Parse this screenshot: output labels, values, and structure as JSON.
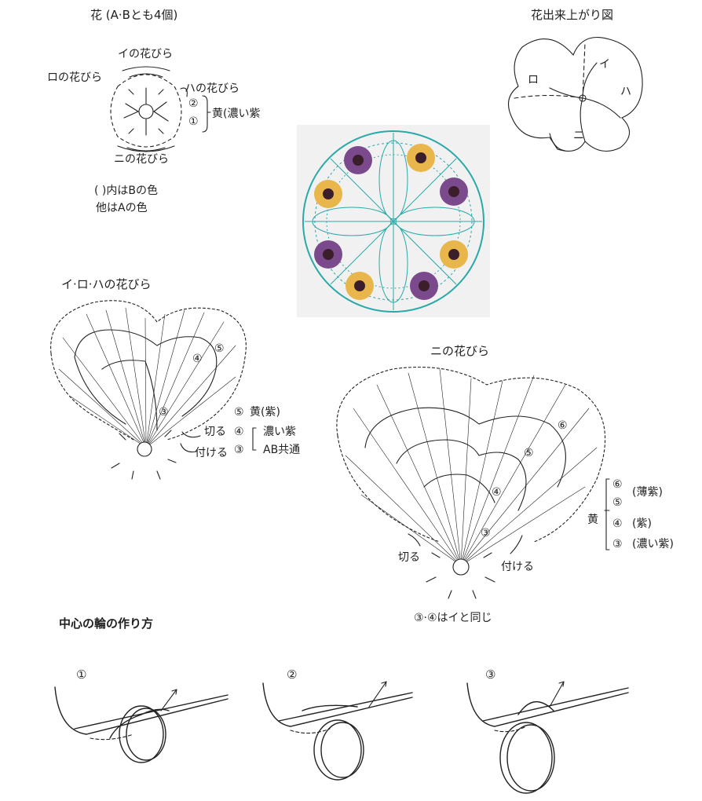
{
  "flower": {
    "title": "花 (A·Bとも4個)",
    "petal_i": "イの花びら",
    "petal_ro": "ロの花びら",
    "petal_ha": "ハの花びら",
    "petal_ni": "ニの花びら",
    "row2": "②",
    "row1": "①",
    "color_label": "黄(濃い紫",
    "note_line1": "( )内はBの色",
    "note_line2": "他はAの色"
  },
  "finished": {
    "title": "花出来上がり図",
    "label_i": "イ",
    "label_ro": "ロ",
    "label_ha": "ハ",
    "label_ni": "ニ"
  },
  "petal_iroha": {
    "title": "イ·ロ·ハの花びら",
    "row5": "⑤",
    "row4": "④",
    "row3": "③",
    "legend_row5": "⑤",
    "legend_row4": "④",
    "legend_row3": "③",
    "legend5_color": "黄(紫)",
    "legend4_color": "濃い紫",
    "legend3_color": "AB共通",
    "cut": "切る",
    "attach": "付ける"
  },
  "petal_ni": {
    "title": "ニの花びら",
    "row6": "⑥",
    "row5": "⑤",
    "row4": "④",
    "row3": "③",
    "legend_row6": "⑥",
    "legend_row5": "⑤",
    "legend_row4": "④",
    "legend_row3": "③",
    "legend6_color": "(薄紫)",
    "legend4_color": "(紫)",
    "legend3_color": "(濃い紫)",
    "legend_yellow": "黄",
    "cut": "切る",
    "attach": "付ける",
    "note": "③·④はイと同じ"
  },
  "center_ring": {
    "title": "中心の輪の作り方",
    "step1": "①",
    "step2": "②",
    "step3": "③"
  },
  "colors": {
    "line": "#222222",
    "doily": "#2aa9a8",
    "pansy_purple": "#7b4a8c",
    "pansy_yellow": "#e8b64a",
    "pansy_dark": "#3a1f2a"
  }
}
